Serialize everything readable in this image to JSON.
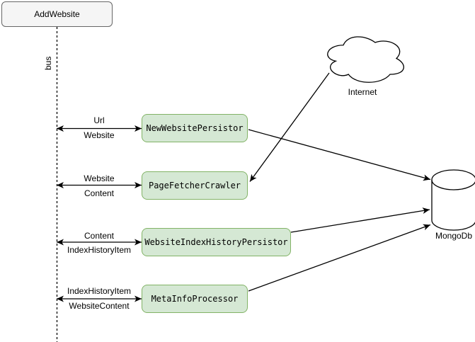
{
  "colors": {
    "canvas-bg": "#ffffff",
    "node-fill": "#d5e8d4",
    "node-border": "#82b366",
    "actor-fill": "#f5f5f5",
    "actor-border": "#666666",
    "line-color": "#000000",
    "text-color": "#000000"
  },
  "actor": {
    "label": "AddWebsite"
  },
  "bus": {
    "label": "bus"
  },
  "nodes": [
    {
      "label": "NewWebsitePersistor"
    },
    {
      "label": "PageFetcherCrawler"
    },
    {
      "label": "WebsiteIndexHistoryPersistor"
    },
    {
      "label": "MetaInfoProcessor"
    }
  ],
  "messages": [
    {
      "above": "Url",
      "below": "Website"
    },
    {
      "above": "Website",
      "below": "Content"
    },
    {
      "above": "Content",
      "below": "IndexHistoryItem"
    },
    {
      "above": "IndexHistoryItem",
      "below": "WebsiteContent"
    }
  ],
  "cloud": {
    "label": "Internet"
  },
  "database": {
    "label": "MongoDb"
  }
}
